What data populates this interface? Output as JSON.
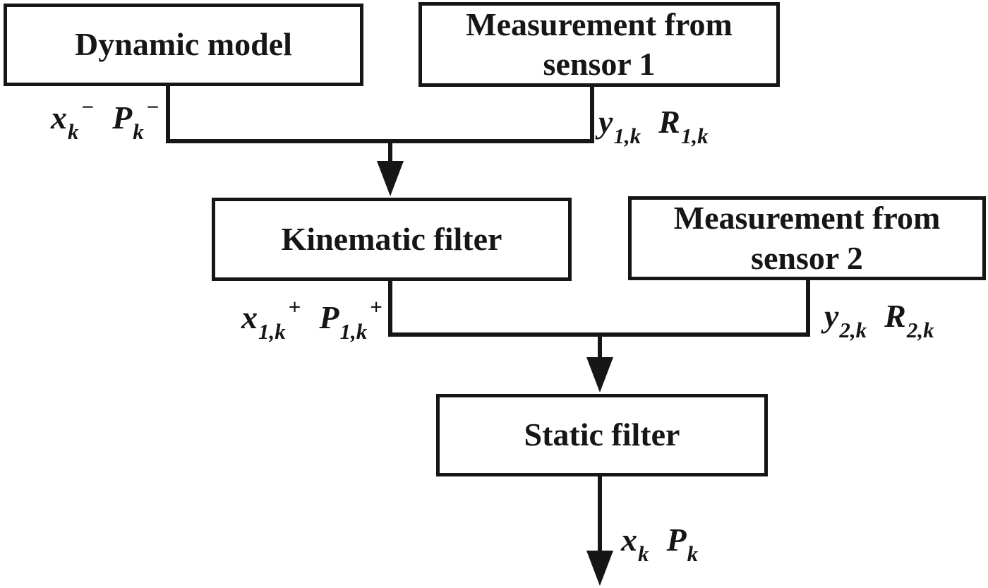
{
  "figure": {
    "background_color": "#ffffff",
    "line_color": "#161616",
    "boxes": {
      "dynamic_model": {
        "title": "Dynamic model"
      },
      "sensor1": {
        "line1": "Measurement from",
        "line2": "sensor 1"
      },
      "kinematic_filter": {
        "title": "Kinematic filter"
      },
      "sensor2": {
        "line1": "Measurement from",
        "line2": "sensor 2"
      },
      "static_filter": {
        "title": "Static filter"
      }
    },
    "math_labels": {
      "prior": {
        "terms": [
          {
            "base": "x",
            "sub": "k",
            "sup": "−"
          },
          {
            "base": "P",
            "sub": "k",
            "sup": "−"
          }
        ]
      },
      "meas1": {
        "terms": [
          {
            "base": "y",
            "sub": "1,k"
          },
          {
            "base": "R",
            "sub": "1,k"
          }
        ]
      },
      "kinematic_posterior": {
        "terms": [
          {
            "base": "x",
            "sub": "1,k",
            "sup": "+"
          },
          {
            "base": "P",
            "sub": "1,k",
            "sup": "+"
          }
        ]
      },
      "meas2": {
        "terms": [
          {
            "base": "y",
            "sub": "2,k"
          },
          {
            "base": "R",
            "sub": "2,k"
          }
        ]
      },
      "final": {
        "terms": [
          {
            "base": "x",
            "sub": "k"
          },
          {
            "base": "P",
            "sub": "k"
          }
        ]
      }
    }
  }
}
